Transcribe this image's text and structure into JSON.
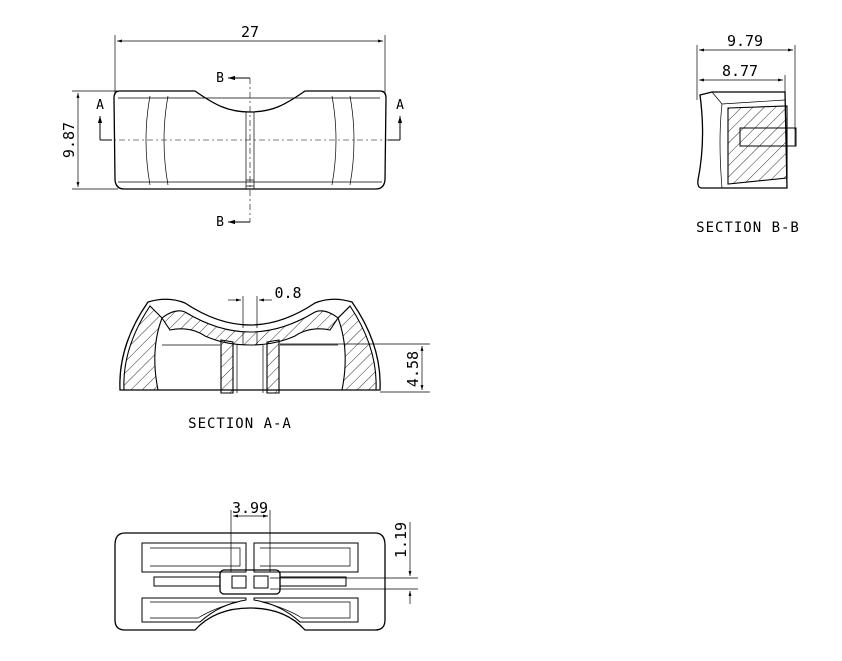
{
  "dimensions": {
    "top_width": "27",
    "top_height": "9.87",
    "bb_outer": "9.79",
    "bb_inner": "8.77",
    "aa_slot": "0.8",
    "aa_depth": "4.58",
    "bottom_width": "3.99",
    "bottom_height": "1.19"
  },
  "section_marks": {
    "a": "A",
    "b": "B"
  },
  "captions": {
    "section_aa": "SECTION A-A",
    "section_bb": "SECTION B-B"
  }
}
